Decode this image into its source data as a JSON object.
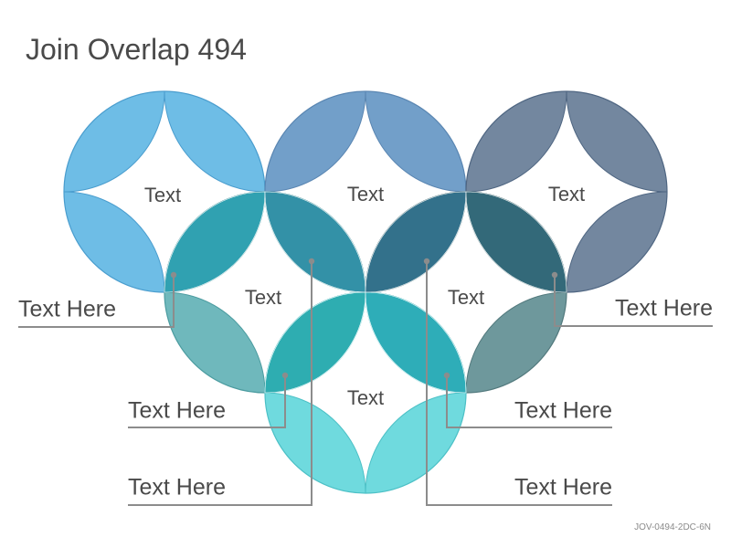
{
  "title": "Join Overlap 494",
  "footer_code": "JOV-0494-2DC-6N",
  "nodes": [
    {
      "label": "Text",
      "color": "#6EBDE6",
      "stroke": "#4A9DCE"
    },
    {
      "label": "Text",
      "color": "#729FC9",
      "stroke": "#5A86B2"
    },
    {
      "label": "Text",
      "color": "#73879F",
      "stroke": "#4F6682"
    },
    {
      "label": "Text",
      "color": "#6FB8BC",
      "stroke": "#4C9CA0"
    },
    {
      "label": "Text",
      "color": "#6E989C",
      "stroke": "#52797D"
    },
    {
      "label": "Text",
      "color": "#6FDADE",
      "stroke": "#4CC0C6"
    }
  ],
  "overlaps": [
    {
      "color": "#2C9FB0"
    },
    {
      "color": "#2F8EA5"
    },
    {
      "color": "#2F6F8A"
    },
    {
      "color": "#2F6677"
    },
    {
      "color": "#2AABAE"
    },
    {
      "color": "#2AABB5"
    }
  ],
  "callouts": [
    {
      "label": "Text Here"
    },
    {
      "label": "Text Here"
    },
    {
      "label": "Text Here"
    },
    {
      "label": "Text Here"
    },
    {
      "label": "Text Here"
    },
    {
      "label": "Text Here"
    }
  ],
  "leader_color": "#8C8C8C",
  "label_color": "#4A4A4A"
}
